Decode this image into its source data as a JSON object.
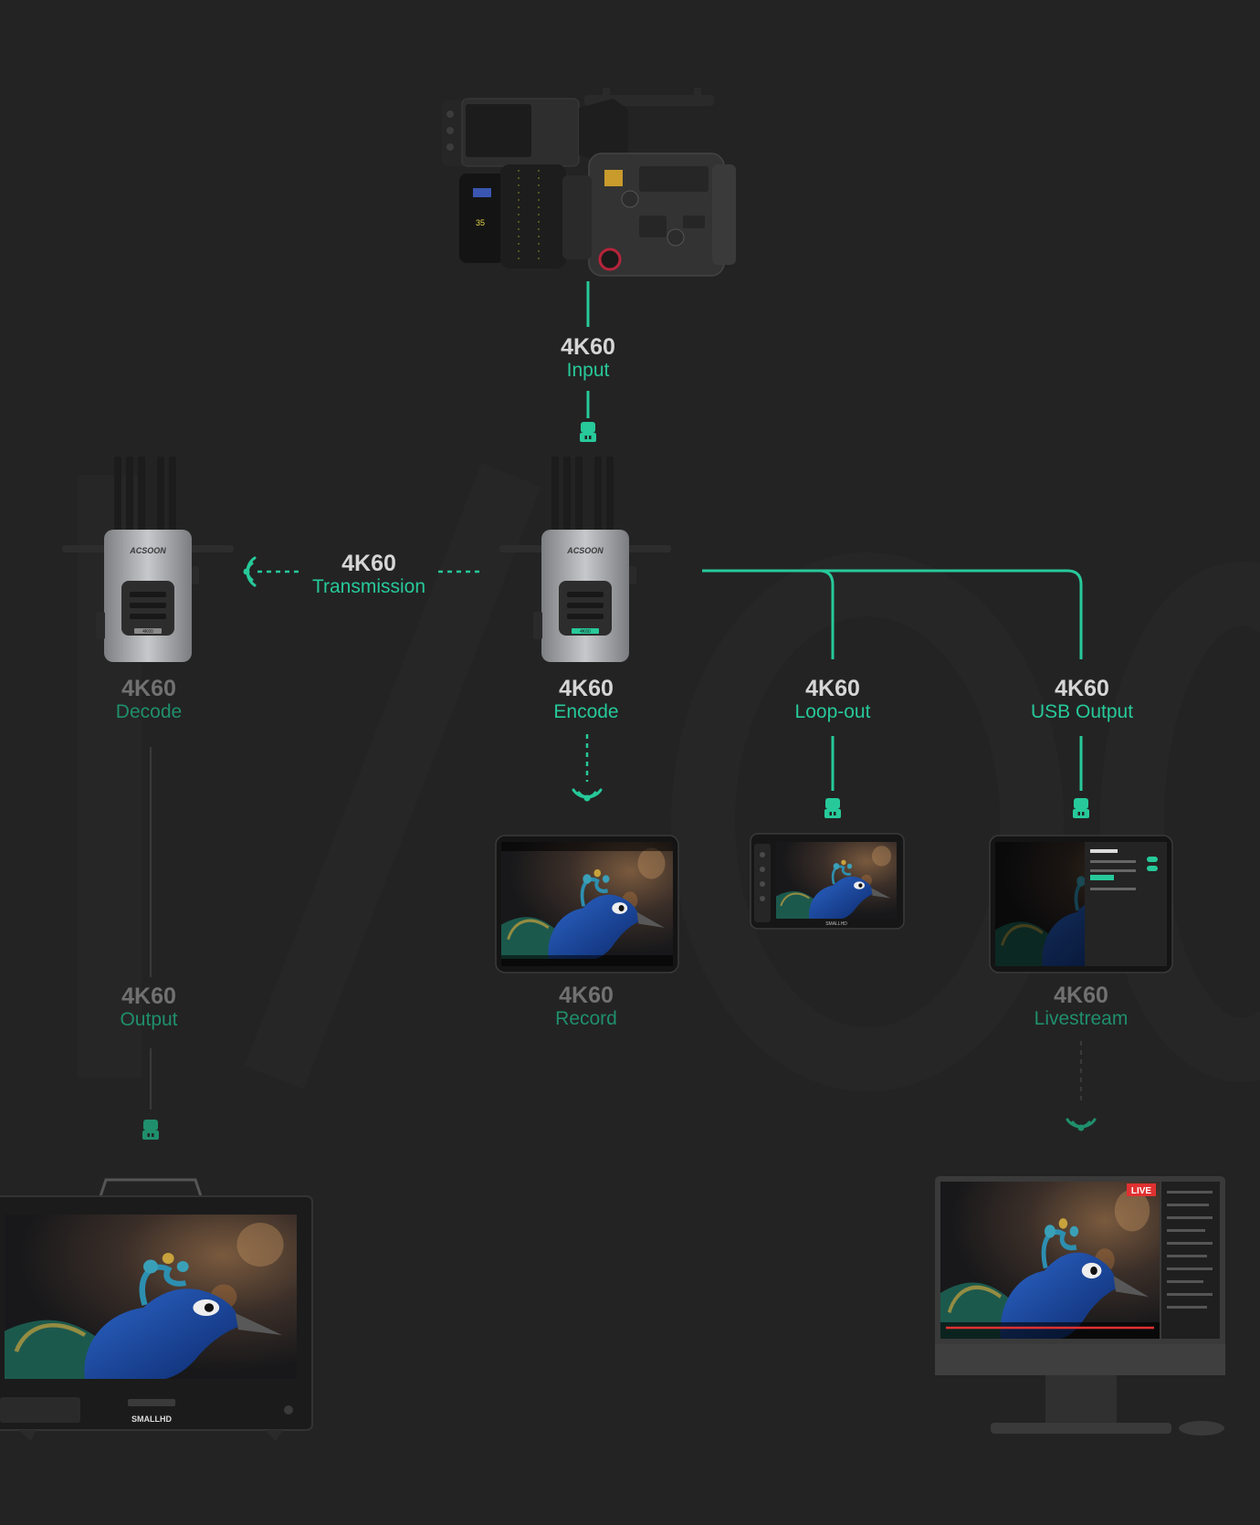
{
  "colors": {
    "background": "#232323",
    "accent": "#27c99a",
    "accent_dim": "#1f8f6c",
    "value_bright": "#d6d6d6",
    "value_dim": "#717171"
  },
  "devices": {
    "transmitter_brand": "ACSOON",
    "transmitter_sub": "4K60",
    "receiver_brand": "ACSOON",
    "receiver_sub": "4K60",
    "monitor_small_brand": "SMALLHD",
    "monitor_large_brand": "SMALLHD",
    "lens_numeral": "35",
    "live_badge": "LIVE"
  },
  "nodes": {
    "input": {
      "value": "4K60",
      "label": "Input"
    },
    "transmission": {
      "value": "4K60",
      "label": "Transmission"
    },
    "decode": {
      "value": "4K60",
      "label": "Decode"
    },
    "encode": {
      "value": "4K60",
      "label": "Encode"
    },
    "loop_out": {
      "value": "4K60",
      "label": "Loop-out"
    },
    "usb_output": {
      "value": "4K60",
      "label": "USB Output"
    },
    "output": {
      "value": "4K60",
      "label": "Output"
    },
    "record": {
      "value": "4K60",
      "label": "Record"
    },
    "livestream": {
      "value": "4K60",
      "label": "Livestream"
    }
  }
}
